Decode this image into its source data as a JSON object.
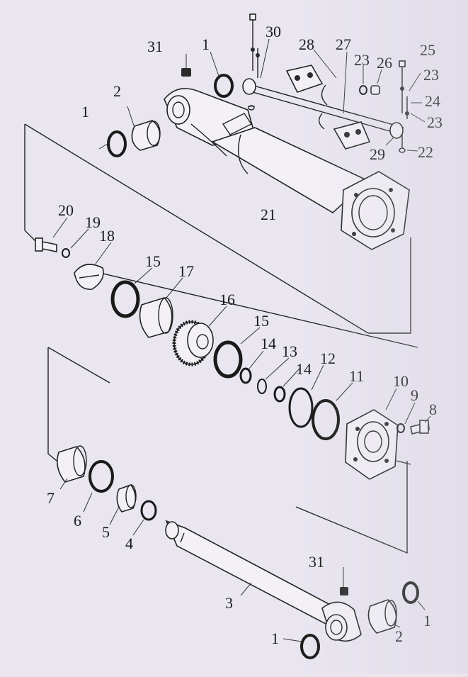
{
  "diagram": {
    "callouts": [
      {
        "id": "c1a",
        "text": "1"
      },
      {
        "id": "c2a",
        "text": "2"
      },
      {
        "id": "c31a",
        "text": "31"
      },
      {
        "id": "c1b",
        "text": "1"
      },
      {
        "id": "c30",
        "text": "30"
      },
      {
        "id": "c28",
        "text": "28"
      },
      {
        "id": "c27",
        "text": "27"
      },
      {
        "id": "c23a",
        "text": "23"
      },
      {
        "id": "c26",
        "text": "26"
      },
      {
        "id": "c25",
        "text": "25"
      },
      {
        "id": "c23b",
        "text": "23"
      },
      {
        "id": "c24",
        "text": "24"
      },
      {
        "id": "c23c",
        "text": "23"
      },
      {
        "id": "c29",
        "text": "29"
      },
      {
        "id": "c22",
        "text": "22"
      },
      {
        "id": "c21",
        "text": "21"
      },
      {
        "id": "c20",
        "text": "20"
      },
      {
        "id": "c19",
        "text": "19"
      },
      {
        "id": "c18",
        "text": "18"
      },
      {
        "id": "c15a",
        "text": "15"
      },
      {
        "id": "c17",
        "text": "17"
      },
      {
        "id": "c16",
        "text": "16"
      },
      {
        "id": "c15b",
        "text": "15"
      },
      {
        "id": "c14a",
        "text": "14"
      },
      {
        "id": "c13",
        "text": "13"
      },
      {
        "id": "c14b",
        "text": "14"
      },
      {
        "id": "c12",
        "text": "12"
      },
      {
        "id": "c11",
        "text": "11"
      },
      {
        "id": "c10",
        "text": "10"
      },
      {
        "id": "c9",
        "text": "9"
      },
      {
        "id": "c8",
        "text": "8"
      },
      {
        "id": "c7",
        "text": "7"
      },
      {
        "id": "c6",
        "text": "6"
      },
      {
        "id": "c5",
        "text": "5"
      },
      {
        "id": "c4",
        "text": "4"
      },
      {
        "id": "c3",
        "text": "3"
      },
      {
        "id": "c31b",
        "text": "31"
      },
      {
        "id": "c1c",
        "text": "1"
      },
      {
        "id": "c2b",
        "text": "2"
      },
      {
        "id": "c1d",
        "text": "1"
      }
    ]
  }
}
